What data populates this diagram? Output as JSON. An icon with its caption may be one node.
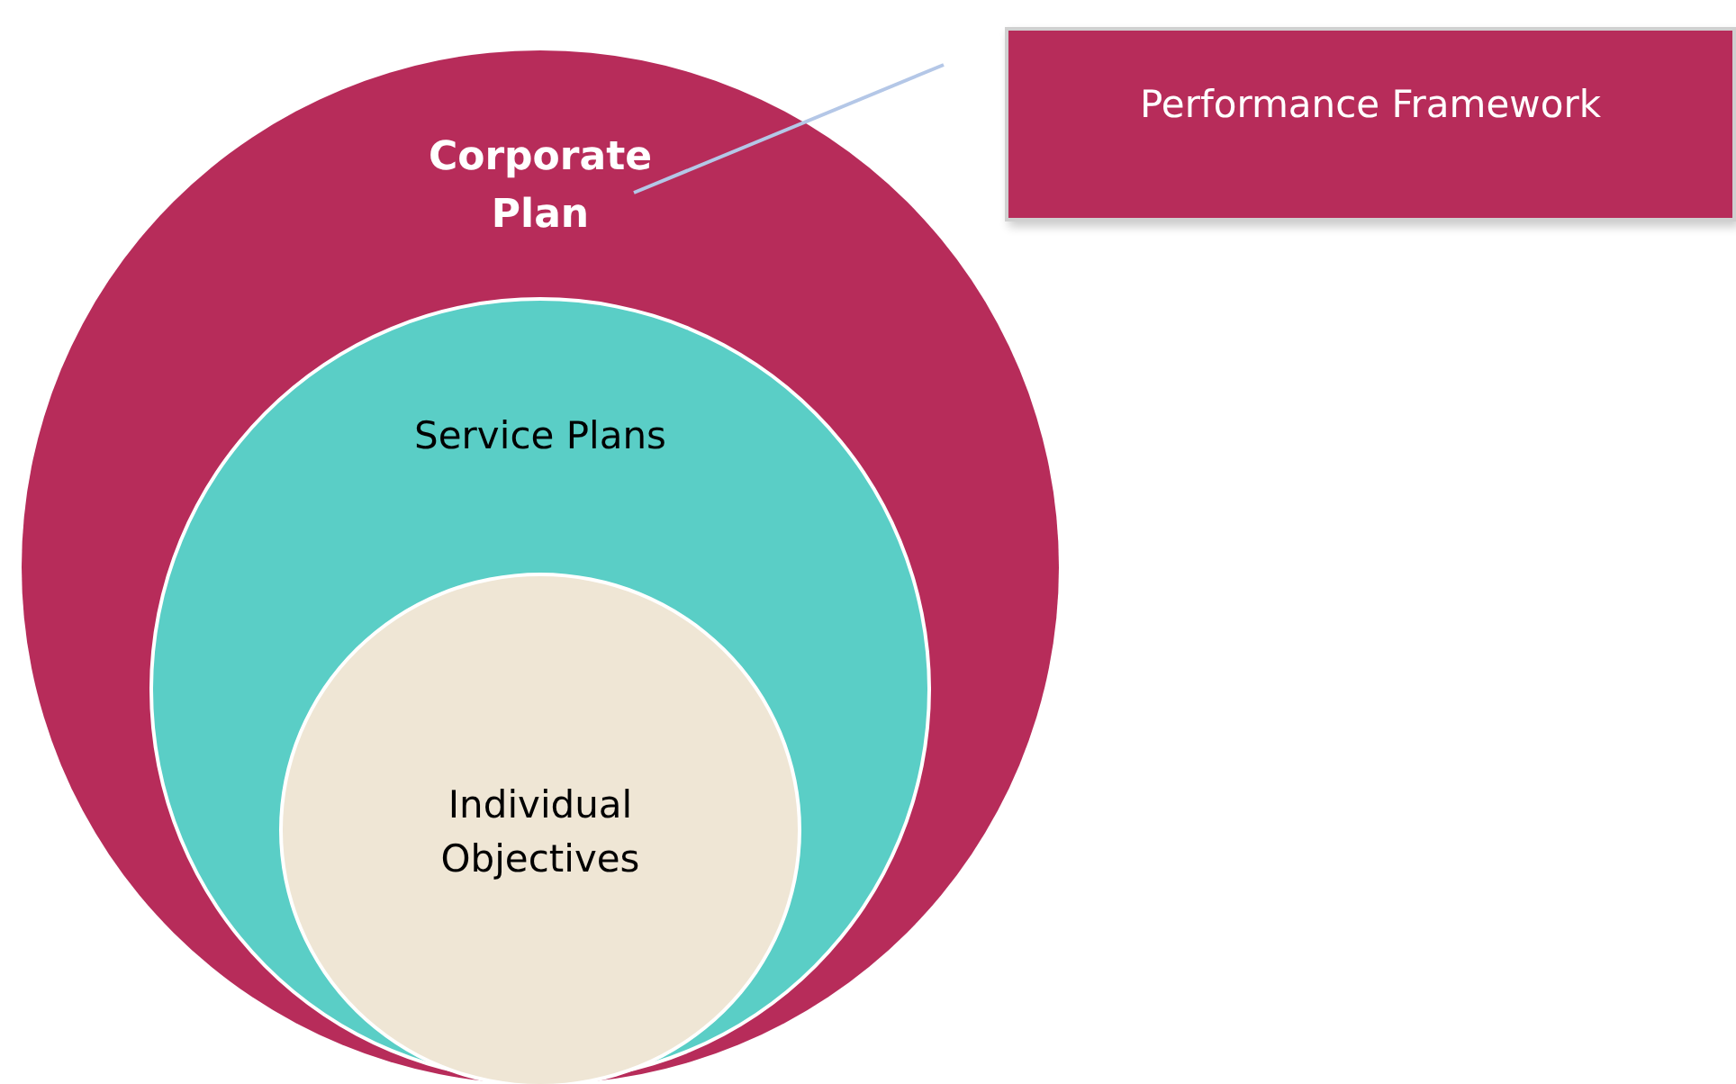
{
  "diagram": {
    "nodes": [
      {
        "text": [
          "Corporate Plan"
        ]
      },
      {
        "text": [
          "Service Plans"
        ],
        "in": 0
      },
      {
        "text": [
          "Individual Objectives"
        ],
        "in": 1
      },
      {
        "text": [
          "Performance Framework"
        ]
      }
    ],
    "edges": [
      {
        "from": 3,
        "to": 0,
        "arrow": "none"
      }
    ]
  }
}
